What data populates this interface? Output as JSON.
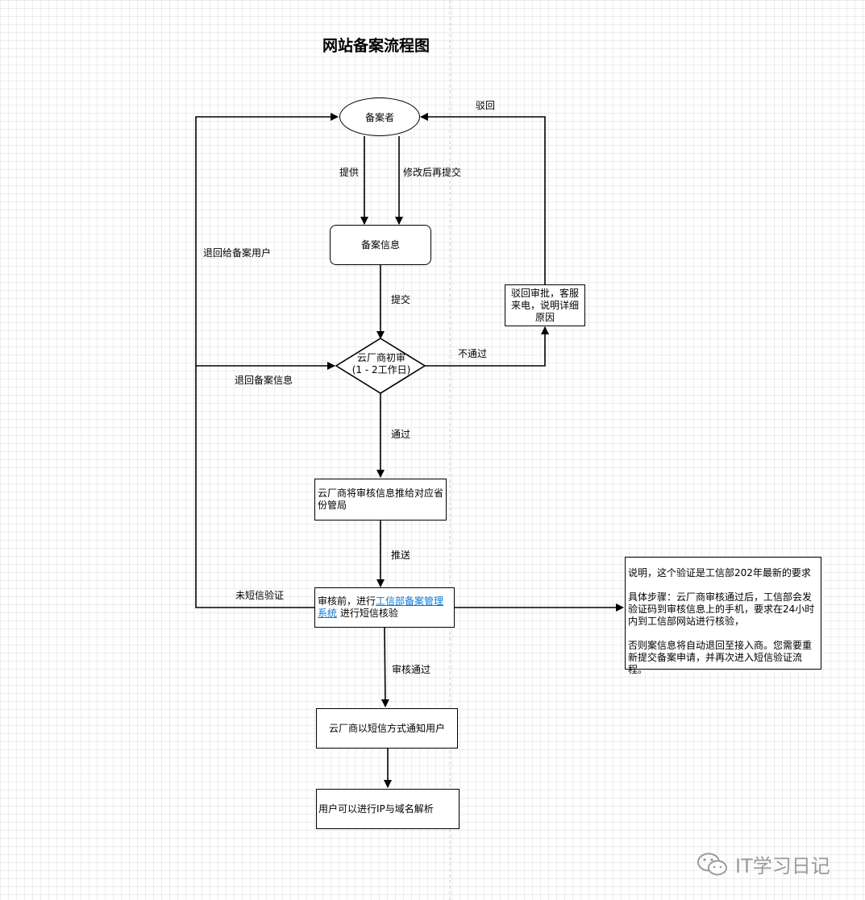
{
  "title": "网站备案流程图",
  "nodes": {
    "filer": "备案者",
    "filing_info": "备案信息",
    "reject_box": "驳回审批，客服来电，说明详细原因",
    "preliminary_line1": "云厂商初审",
    "preliminary_line2": "(1 - 2工作日)",
    "push_box": "云厂商将审核信息推给对应省份管局",
    "sms_prefix": "审核前，进行",
    "sms_link": "工信部备案管理系统",
    "sms_suffix": " 进行短信核验",
    "notify_box": "云厂商以短信方式通知用户",
    "final_box": "用户可以进行IP与域名解析"
  },
  "edge_labels": {
    "provide": "提供",
    "resubmit": "修改后再提交",
    "reject": "驳回",
    "return_to_user": "退回给备案用户",
    "submit": "提交",
    "not_pass": "不通过",
    "return_info": "退回备案信息",
    "pass": "通过",
    "push": "推送",
    "no_sms": "未短信验证",
    "review_pass": "审核通过"
  },
  "note": {
    "p1": "说明，这个验证是工信部202年最新的要求",
    "p2": "具体步骤：云厂商审核通过后，工信部会发验证码到审核信息上的手机，要求在24小时内到工信部网站进行核验，",
    "p3": "否则案信息将自动退回至接入商。您需要重新提交备案申请，并再次进入短信验证流程。"
  },
  "watermark": "IT学习日记",
  "colors": {
    "link": "#0b78d4",
    "watermark": "#9a9a9a"
  },
  "icons": [
    "wechat-icon"
  ]
}
